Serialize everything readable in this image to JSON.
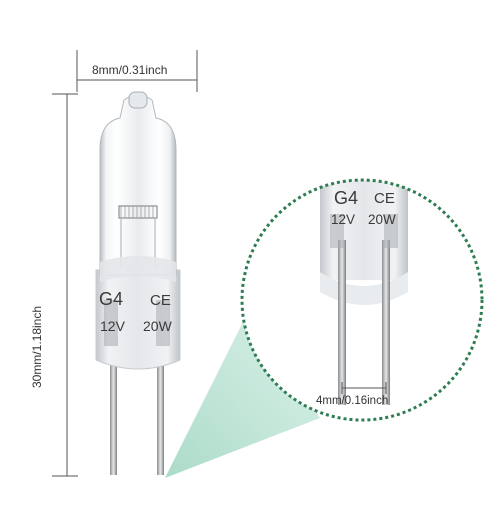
{
  "dimensions": {
    "width_label": "8mm/0.31inch",
    "height_label": "30mm/1.18inch",
    "pin_spacing_label": "4mm/0.16inch"
  },
  "bulb_print": {
    "base_type": "G4",
    "certification": "CE",
    "voltage": "12V",
    "wattage": "20W"
  },
  "colors": {
    "zoom_circle": "#2e7d52",
    "zoom_beam": "#bfe3d6",
    "dimension_lines": "#555555"
  }
}
